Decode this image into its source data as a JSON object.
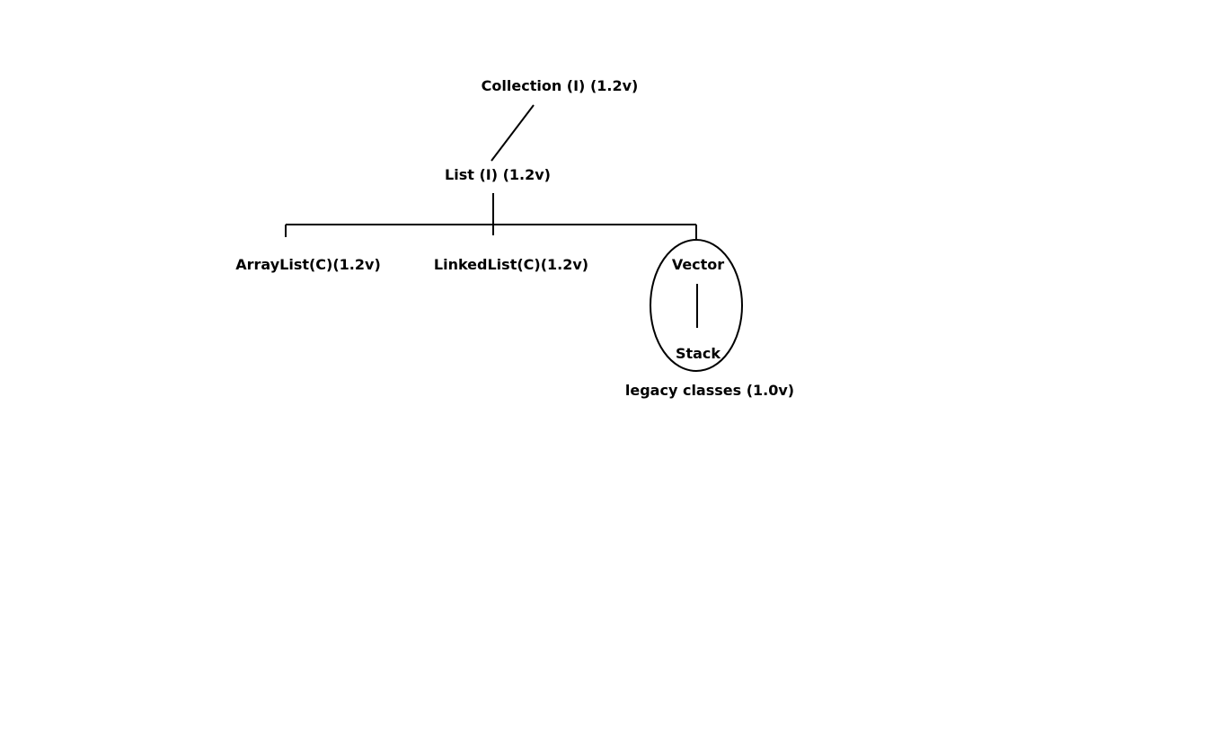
{
  "diagram": {
    "nodes": {
      "collection": "Collection (I) (1.2v)",
      "list": "List (I) (1.2v)",
      "arraylist": "ArrayList(C)(1.2v)",
      "linkedlist": "LinkedList(C)(1.2v)",
      "vector": "Vector",
      "stack": "Stack"
    },
    "annotations": {
      "legacy": "legacy classes (1.0v)"
    },
    "colors": {
      "stroke": "#000000",
      "background": "#ffffff"
    }
  }
}
